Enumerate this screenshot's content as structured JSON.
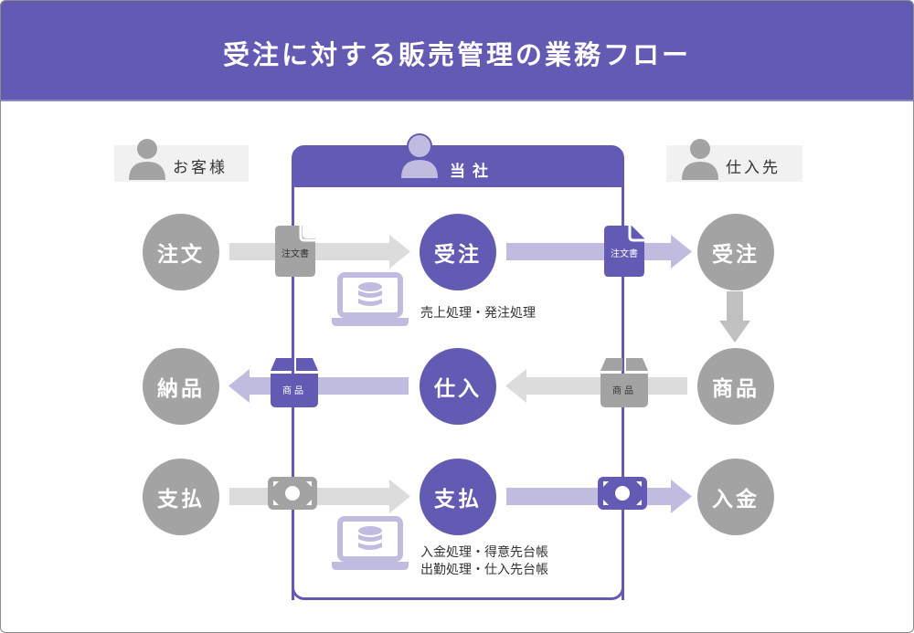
{
  "title": "受注に対する販売管理の業務フロー",
  "colors": {
    "brand_purple": "#635bb3",
    "light_purple": "#c0bce0",
    "grey_node": "#a3a3a3",
    "grey_arrow": "#dcdcdc",
    "tag_bg": "#f1f1f1"
  },
  "actors": {
    "customer": {
      "label": "お客様",
      "icon": "person-icon"
    },
    "company": {
      "label": "当社",
      "icon": "person-icon"
    },
    "supplier": {
      "label": "仕入先",
      "icon": "person-icon"
    }
  },
  "rows": [
    {
      "customer_node": "注文",
      "company_node": "受注",
      "supplier_node": "受注",
      "left_item": {
        "icon": "document-icon",
        "label": "注文書"
      },
      "right_item": {
        "icon": "document-icon",
        "label": "注文書"
      },
      "note": [
        "売上処理・発注処理"
      ]
    },
    {
      "customer_node": "納品",
      "company_node": "仕入",
      "supplier_node": "商品",
      "left_item": {
        "icon": "package-icon",
        "label": "商品"
      },
      "right_item": {
        "icon": "package-icon",
        "label": "商品"
      }
    },
    {
      "customer_node": "支払",
      "company_node": "支払",
      "supplier_node": "入金",
      "left_item": {
        "icon": "banknote-icon",
        "label": ""
      },
      "right_item": {
        "icon": "banknote-icon",
        "label": ""
      },
      "note": [
        "入金処理・得意先台帳",
        "出勤処理・仕入先台帳"
      ]
    }
  ]
}
